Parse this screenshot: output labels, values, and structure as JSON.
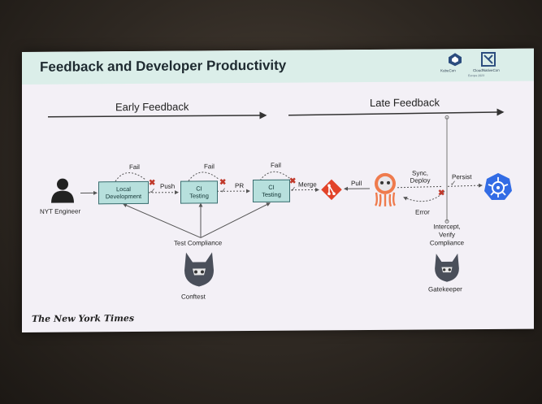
{
  "slide": {
    "title": "Feedback and Developer Productivity",
    "logo_kubecon": "KubeCon",
    "logo_cloudnativecon": "CloudNativeCon",
    "logo_event": "Europe 2023",
    "footer_brand": "The New York Times"
  },
  "sections": {
    "early": "Early Feedback",
    "late": "Late Feedback"
  },
  "nodes": {
    "engineer": "NYT Engineer",
    "local_dev_line1": "Local",
    "local_dev_line2": "Development",
    "ci1_line1": "CI",
    "ci1_line2": "Testing",
    "ci2_line1": "CI",
    "ci2_line2": "Testing",
    "test_compliance": "Test Compliance",
    "conftest": "Conftest",
    "intercept_line1": "Intercept,",
    "intercept_line2": "Verify",
    "intercept_line3": "Compliance",
    "gatekeeper": "Gatekeeper"
  },
  "edges": {
    "fail1": "Fail",
    "fail2": "Fail",
    "fail3": "Fail",
    "push": "Push",
    "pr": "PR",
    "merge": "Merge",
    "pull": "Pull",
    "sync_line1": "Sync,",
    "sync_line2": "Deploy",
    "persist": "Persist",
    "error": "Error"
  },
  "colors": {
    "banner": "#dbeee9",
    "box_fill": "#b7e0dd",
    "git": "#e24329",
    "kubernetes": "#326ce5",
    "fail_mark": "#c0392b"
  },
  "icons": [
    "person-icon",
    "git-icon",
    "argo-icon",
    "kubernetes-icon",
    "opa-icon"
  ]
}
